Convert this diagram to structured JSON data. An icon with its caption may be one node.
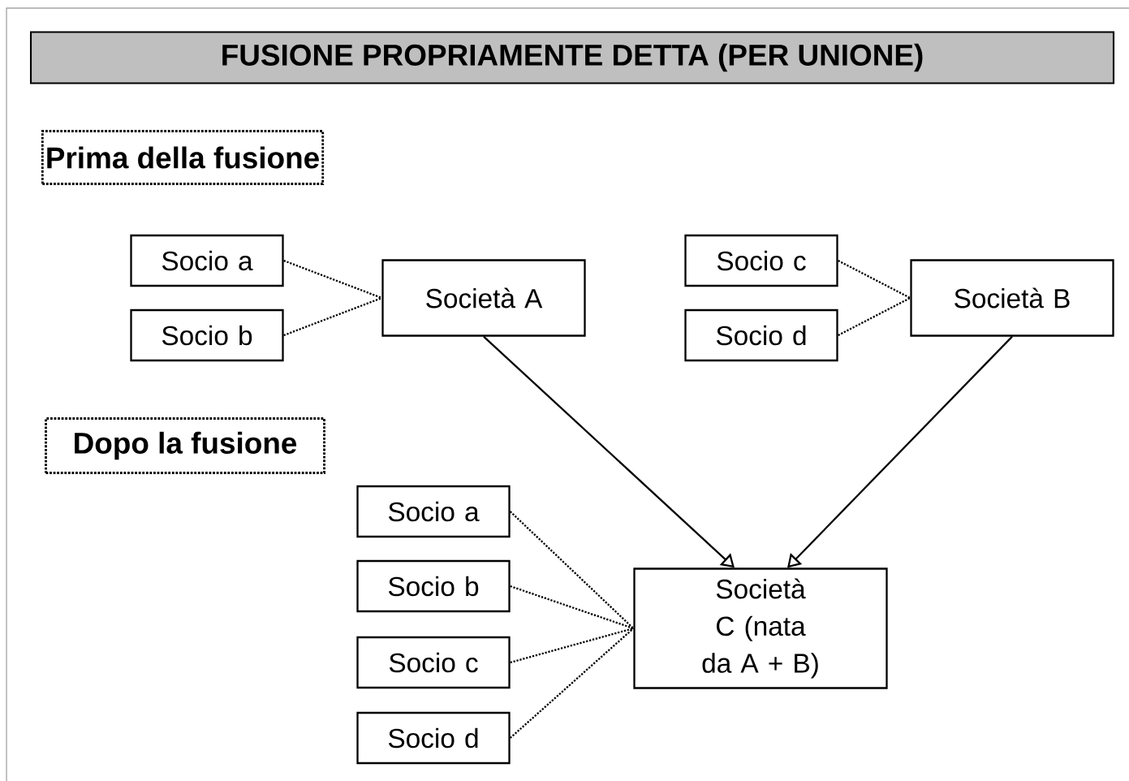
{
  "diagram": {
    "title": "FUSIONE PROPRIAMENTE DETTA (PER UNIONE)",
    "nodes": [
      {
        "text": [
          "Prima della fusione"
        ]
      },
      {
        "text": [
          "Socio a"
        ]
      },
      {
        "text": [
          "Socio b"
        ]
      },
      {
        "text": [
          "Società A"
        ]
      },
      {
        "text": [
          "Socio c"
        ]
      },
      {
        "text": [
          "Socio d"
        ]
      },
      {
        "text": [
          "Società B"
        ]
      },
      {
        "text": [
          "Dopo la fusione"
        ]
      },
      {
        "text": [
          "Socio a"
        ]
      },
      {
        "text": [
          "Socio b"
        ]
      },
      {
        "text": [
          "Socio c"
        ]
      },
      {
        "text": [
          "Socio d"
        ]
      },
      {
        "text": [
          "Società C (nata da A + B)"
        ]
      }
    ],
    "edges": [
      {
        "from": 1,
        "to": 3,
        "arrow": "none",
        "style": "dashed"
      },
      {
        "from": 2,
        "to": 3,
        "arrow": "none",
        "style": "dashed"
      },
      {
        "from": 4,
        "to": 6,
        "arrow": "none",
        "style": "dashed"
      },
      {
        "from": 5,
        "to": 6,
        "arrow": "none",
        "style": "dashed"
      },
      {
        "from": 3,
        "to": 12,
        "arrow": "to"
      },
      {
        "from": 6,
        "to": 12,
        "arrow": "to"
      },
      {
        "from": 8,
        "to": 12,
        "arrow": "none",
        "style": "dashed"
      },
      {
        "from": 9,
        "to": 12,
        "arrow": "none",
        "style": "dashed"
      },
      {
        "from": 10,
        "to": 12,
        "arrow": "none",
        "style": "dashed"
      },
      {
        "from": 11,
        "to": 12,
        "arrow": "none",
        "style": "dashed"
      }
    ]
  }
}
